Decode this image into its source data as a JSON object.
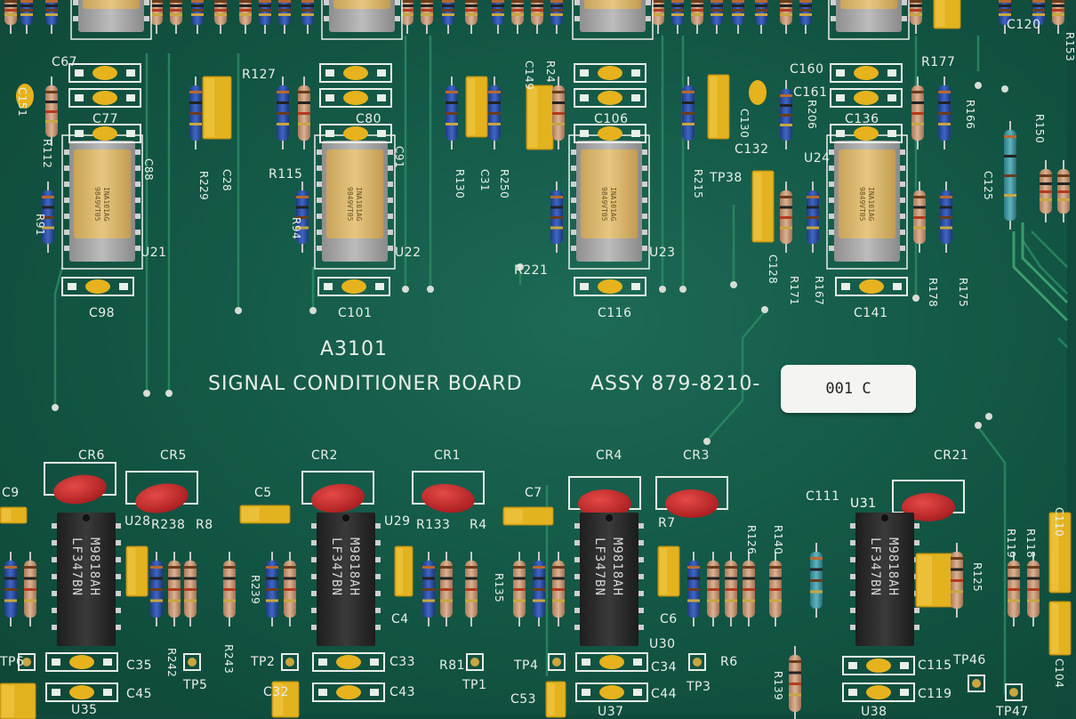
{
  "board": {
    "id": "A3101",
    "name": "SIGNAL CONDITIONER BOARD",
    "assy": "ASSY 879-8210-",
    "sticker": "001 C"
  },
  "colors": {
    "pcb": "#145947",
    "silkscreen": "#e9efe9",
    "gold_ic": "#d8b56a",
    "black_ic": "#2b2b2b",
    "capacitor_yellow": "#e3b21f",
    "varistor_red": "#c8282a",
    "resistor_blue": "#2c4fa3",
    "resistor_tan": "#c99a7a"
  },
  "gold_ics": [
    {
      "ref": "U21",
      "line1": "INA101AG",
      "line2": "9849VT05"
    },
    {
      "ref": "U22",
      "line1": "INA101AG",
      "line2": "9849VT05"
    },
    {
      "ref": "U23",
      "line1": "INA101AG",
      "line2": "9849VT05"
    },
    {
      "ref": "U24",
      "line1": "INA101AG",
      "line2": "9849VT05"
    }
  ],
  "black_ics": [
    {
      "ref": "U28",
      "line1": "M9818AH",
      "line2": "LF347BN"
    },
    {
      "ref": "U29",
      "line1": "M9818AH",
      "line2": "LF347BN"
    },
    {
      "ref": "U30",
      "line1": "M9818AH",
      "line2": "LF347BN"
    },
    {
      "ref": "U31",
      "line1": "M9818AH",
      "line2": "LF347BN"
    }
  ],
  "varistors": [
    "CR6",
    "CR5",
    "CR2",
    "CR1",
    "CR4",
    "CR3",
    "CR21"
  ],
  "labels_top": [
    "C67",
    "C77",
    "C88",
    "C151",
    "R112",
    "R91",
    "R229",
    "C28",
    "R127",
    "R115",
    "R94",
    "C80",
    "C91",
    "C98",
    "U21",
    "C101",
    "U22",
    "R130",
    "C31",
    "R250",
    "C149",
    "R24",
    "R221",
    "C106",
    "C116",
    "U23",
    "R215",
    "C130",
    "C132",
    "TP38",
    "C128",
    "R171",
    "R167",
    "R206",
    "C160",
    "C161",
    "C136",
    "U24",
    "R177",
    "R166",
    "R150",
    "C125",
    "R178",
    "R175",
    "C141",
    "C120",
    "R153"
  ],
  "labels_bottom": [
    "C9",
    "R238",
    "R8",
    "C5",
    "R133",
    "R4",
    "C7",
    "R126",
    "R140",
    "C111",
    "U31",
    "R119",
    "R118",
    "C110",
    "R125",
    "C35",
    "C45",
    "TP6",
    "U35",
    "R242",
    "TP5",
    "R243",
    "R239",
    "TP2",
    "C32",
    "C33",
    "C43",
    "C4",
    "R81",
    "TP1",
    "R135",
    "C53",
    "TP4",
    "C34",
    "C44",
    "C6",
    "TP3",
    "R6",
    "U37",
    "R139",
    "C115",
    "C119",
    "TP46",
    "TP47",
    "U38",
    "C104",
    "R7"
  ]
}
